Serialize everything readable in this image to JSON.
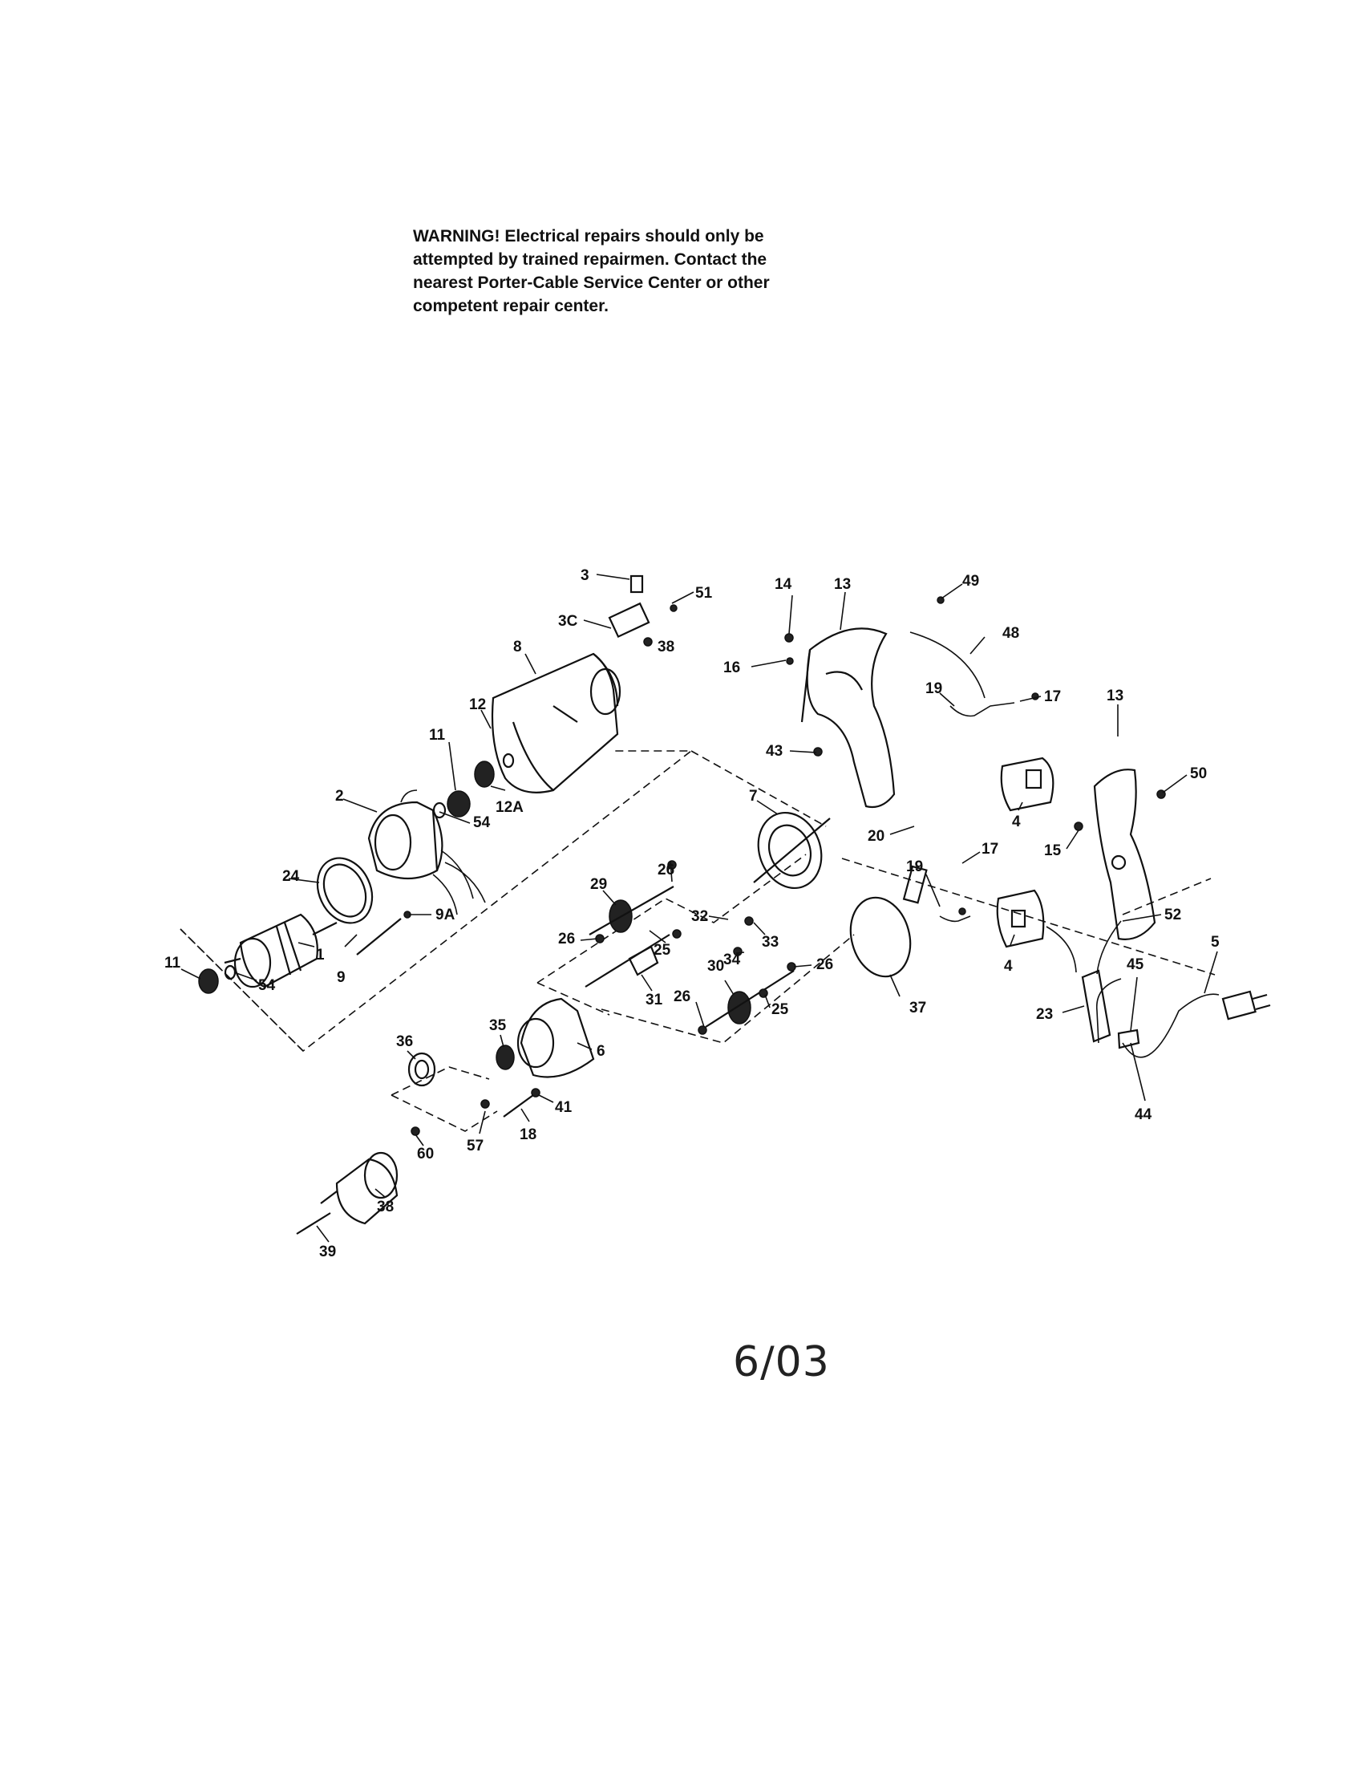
{
  "warning": {
    "lines": [
      "WARNING! Electrical repairs should only be",
      "attempted by trained repairmen. Contact the",
      "nearest Porter-Cable Service Center or other",
      "competent repair center."
    ]
  },
  "date": "6/03",
  "callouts": [
    "3",
    "51",
    "3C",
    "38",
    "14",
    "13",
    "49",
    "48",
    "16",
    "8",
    "19",
    "17",
    "12",
    "13",
    "11",
    "43",
    "50",
    "12A",
    "2",
    "54",
    "7",
    "4",
    "15",
    "20",
    "24",
    "26",
    "29",
    "32",
    "19",
    "17",
    "9A",
    "26",
    "25",
    "33",
    "34",
    "1",
    "11",
    "54",
    "9",
    "4",
    "52",
    "26",
    "31",
    "30",
    "37",
    "5",
    "45",
    "23",
    "26",
    "25",
    "36",
    "35",
    "6",
    "44",
    "41",
    "18",
    "57",
    "60",
    "38",
    "39"
  ]
}
